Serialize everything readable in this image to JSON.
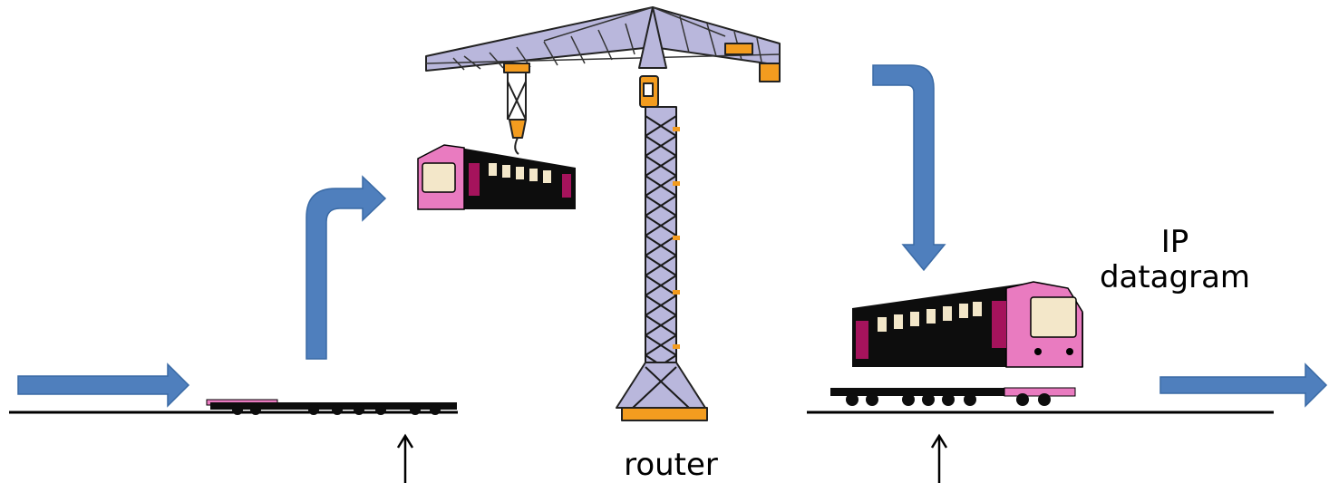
{
  "labels": {
    "ip_line1": "IP",
    "ip_line2": "datagram",
    "router": "router"
  },
  "colors": {
    "flow_arrow": "#4f7fbd",
    "crane": "#b9b7dc",
    "crane_accent": "#f39c1f",
    "train_pink": "#e97bc0",
    "train_body": "#0d0d0d",
    "train_window": "#f3e7c9",
    "train_panel": "#a5135c"
  },
  "icons": [
    "crane-icon",
    "train-car-icon",
    "flatcar-icon",
    "flow-arrow-icon",
    "pointer-arrow-icon"
  ]
}
